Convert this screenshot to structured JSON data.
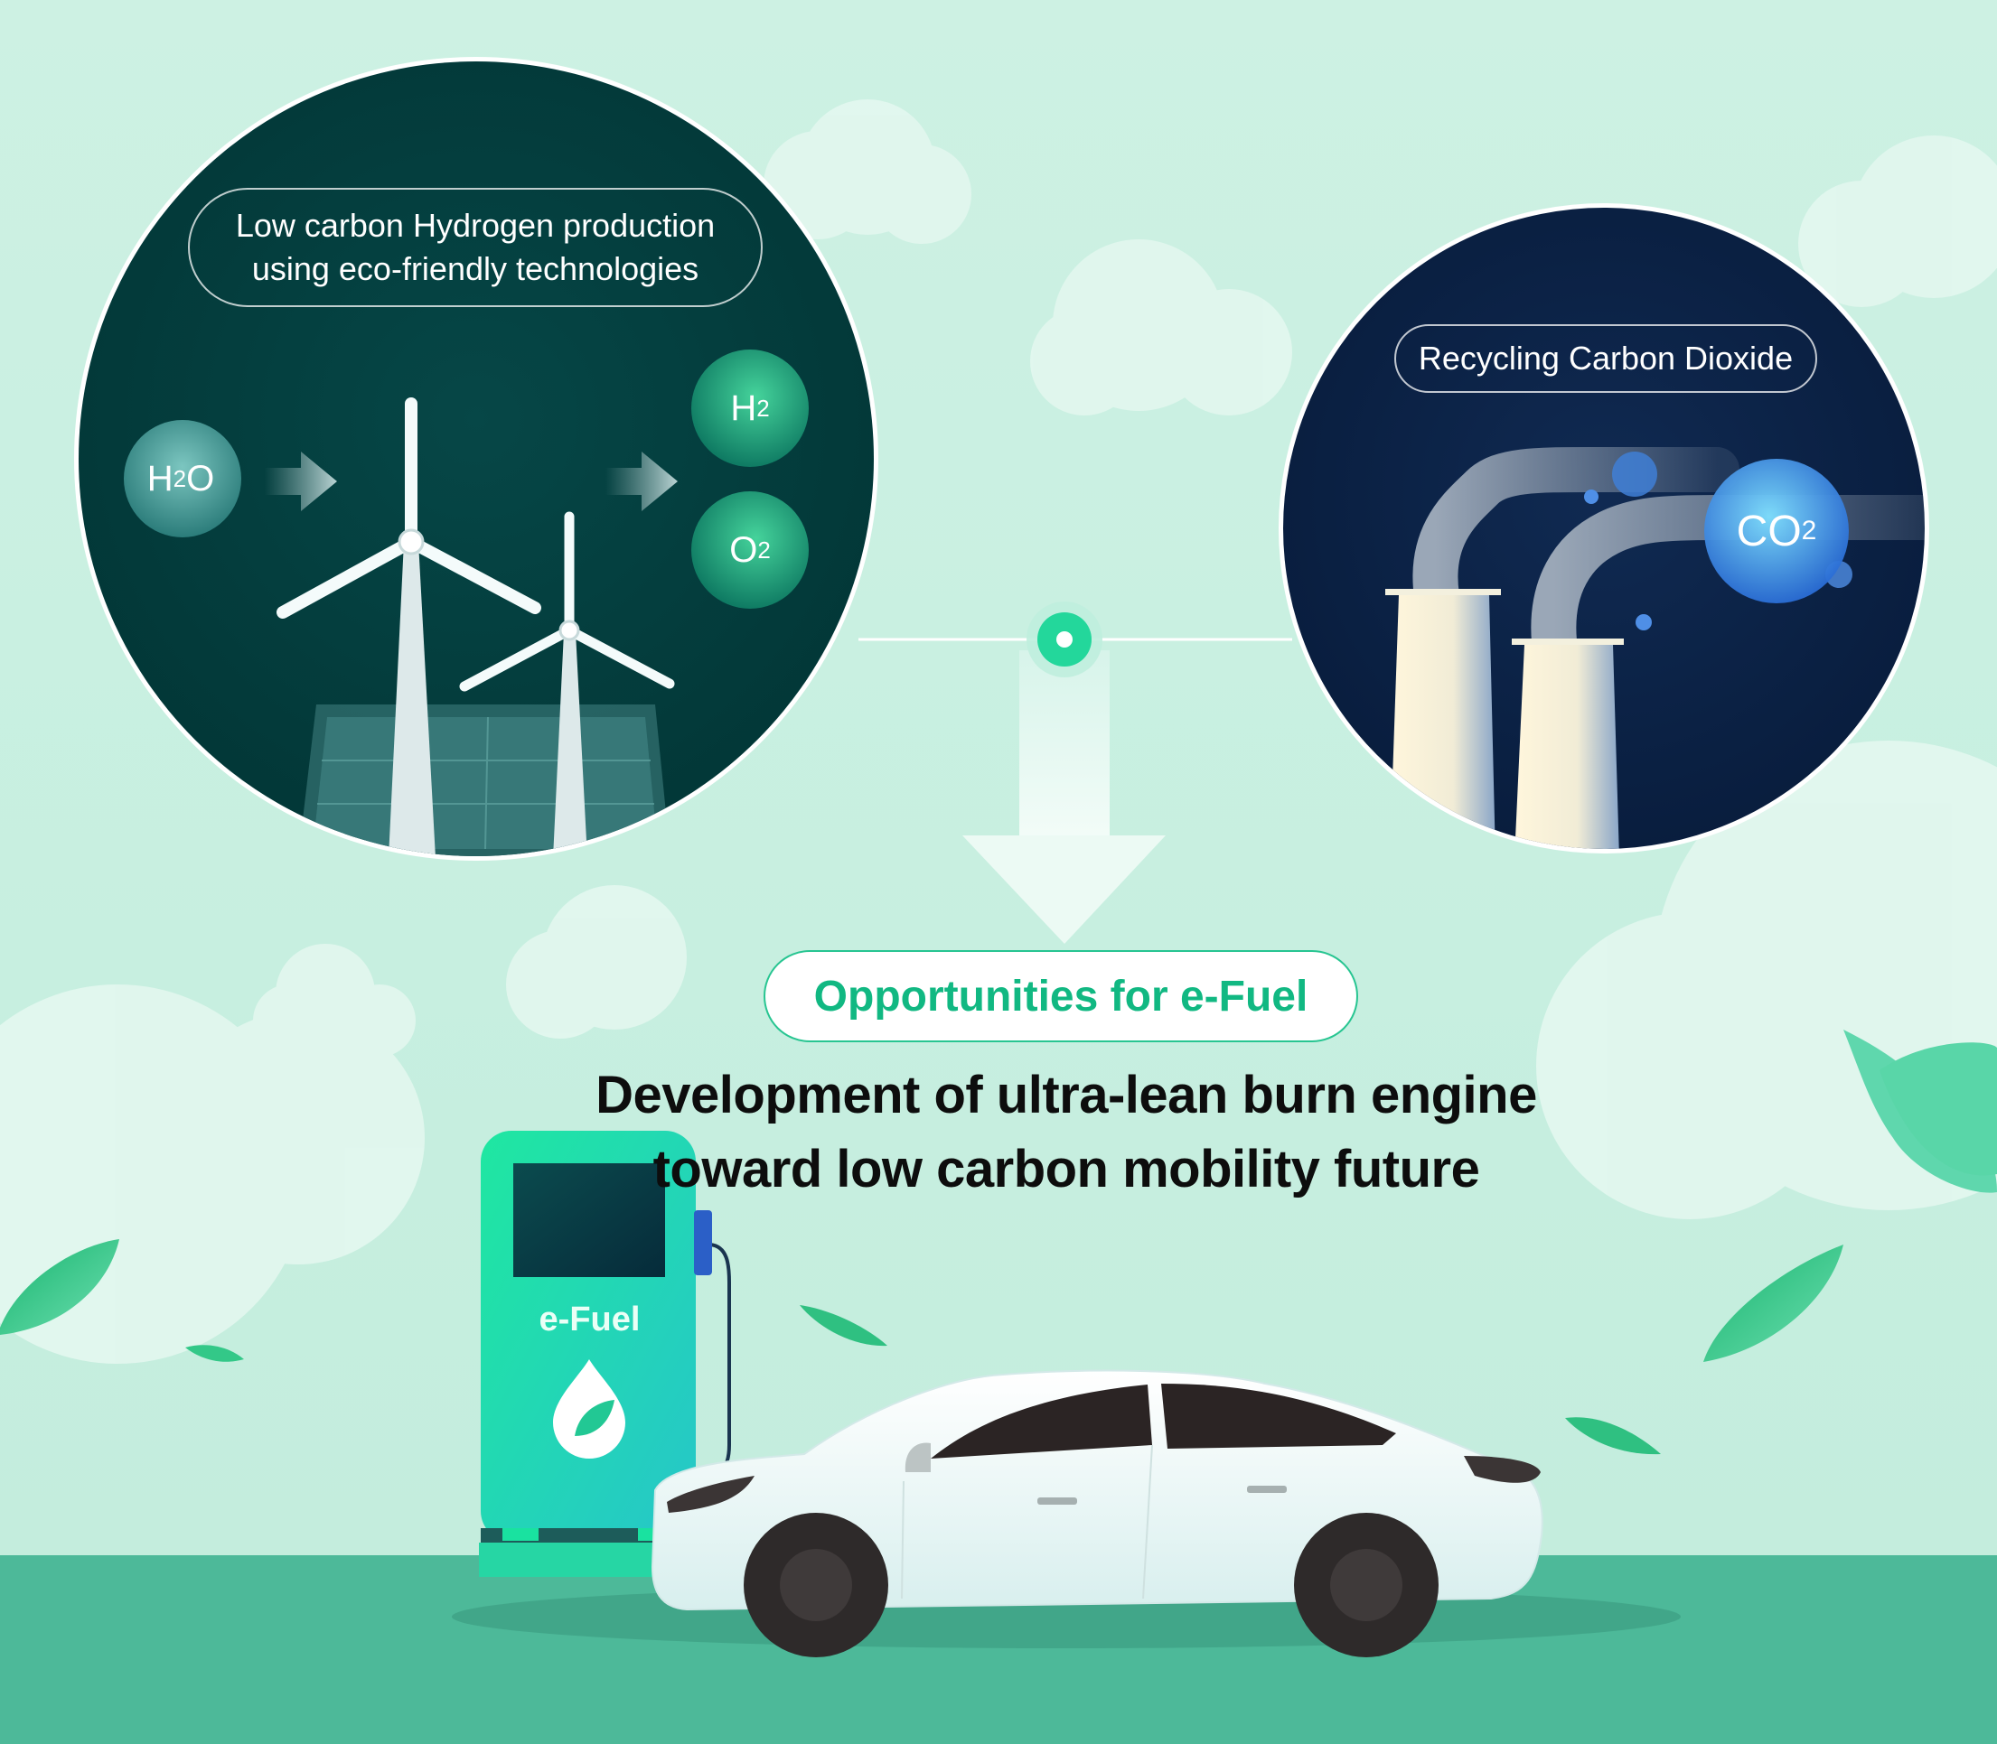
{
  "hydrogen_panel": {
    "label_line1": "Low carbon Hydrogen production",
    "label_line2": "using eco-friendly technologies",
    "input_molecule": {
      "base": "H",
      "sub": "2",
      "tail": "O"
    },
    "output_molecule_1": {
      "base": "H",
      "sub": "2"
    },
    "output_molecule_2": {
      "base": "O",
      "sub": "2"
    }
  },
  "co2_panel": {
    "label": "Recycling Carbon Dioxide",
    "molecule": {
      "base": "CO",
      "sub": "2"
    }
  },
  "opportunity": {
    "label": "Opportunities for e-Fuel",
    "headline_line1": "Development of ultra-lean burn engine",
    "headline_line2": "toward low carbon mobility future"
  },
  "pump": {
    "label": "e-Fuel"
  },
  "colors": {
    "background": "#cdf1e3",
    "hydrogen_circle": "#033d3d",
    "co2_circle": "#0d2548",
    "accent_green": "#11b882",
    "ground": "#4db999",
    "pump": "#1fd99a"
  },
  "icons": [
    "wind-turbine-icon",
    "solar-panel-icon",
    "smokestack-icon",
    "fuel-pump-icon",
    "leaf-drop-icon",
    "car-icon",
    "leaf-icon"
  ]
}
